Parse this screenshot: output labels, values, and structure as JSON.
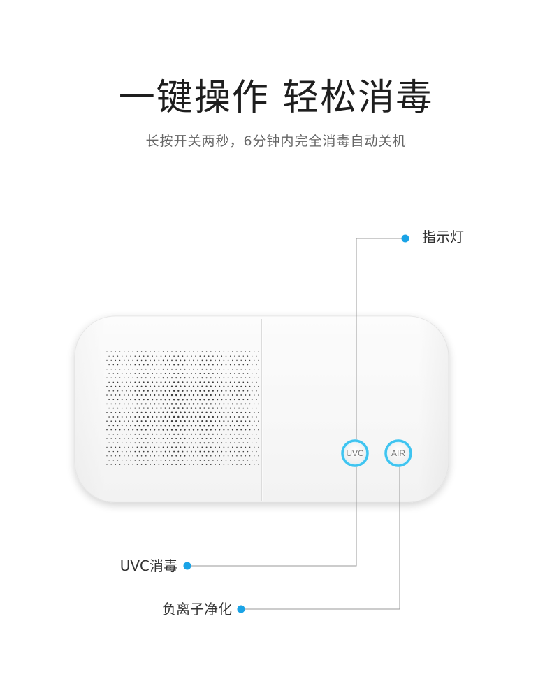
{
  "headline": "一键操作 轻松消毒",
  "subline": "长按开关两秒，6分钟内完全消毒自动关机",
  "callouts": {
    "indicator": "指示灯",
    "uvc": "UVC消毒",
    "anion": "负离子净化"
  },
  "buttons": {
    "uvc": "UVC",
    "air": "AIR"
  },
  "colors": {
    "accent": "#1aa3e6",
    "ring": "#3fc4f0",
    "line": "#9a9a9a"
  }
}
